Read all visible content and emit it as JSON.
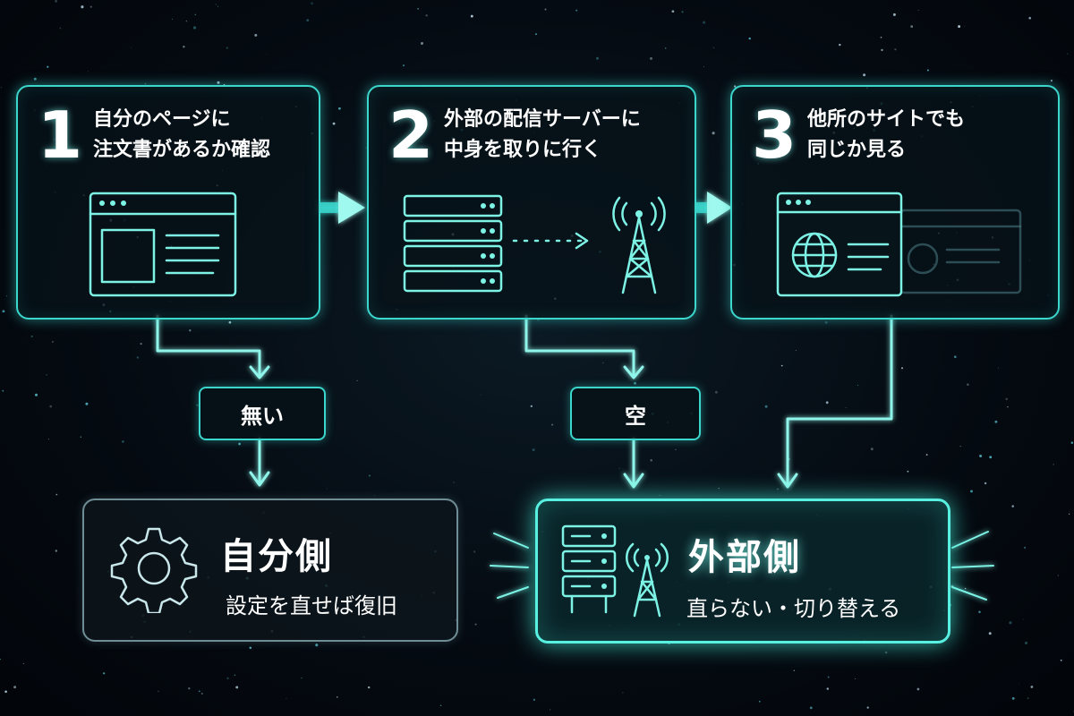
{
  "steps": [
    {
      "number": "1",
      "line1": "自分のページに",
      "line2": "注文書があるか確認",
      "icon": "browser-window-icon"
    },
    {
      "number": "2",
      "line1": "外部の配信サーバーに",
      "line2": "中身を取りに行く",
      "icon": "server-to-antenna-icon"
    },
    {
      "number": "3",
      "line1": "他所のサイトでも",
      "line2": "同じか見る",
      "icon": "web-pages-globe-icon"
    }
  ],
  "branches": {
    "missing": "無い",
    "empty": "空"
  },
  "results": {
    "self": {
      "title": "自分側",
      "subtitle": "設定を直せば復旧",
      "icon": "gear-icon"
    },
    "external": {
      "title": "外部側",
      "subtitle": "直らない・切り替える",
      "icon": "server-antenna-icon"
    }
  },
  "colors": {
    "accent": "#3bd6cc",
    "glow": "#58f0e0",
    "muted_border": "#6f8d95",
    "background": "#050b12"
  }
}
